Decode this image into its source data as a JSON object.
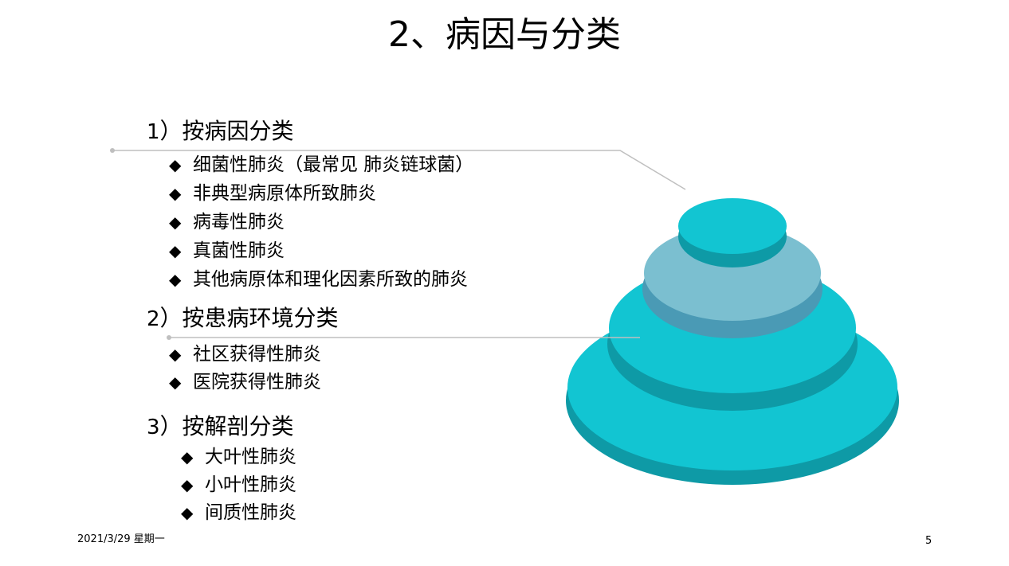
{
  "slide": {
    "title": "2、病因与分类",
    "sections": [
      {
        "number": "1",
        "label": "）按病因分类",
        "items": [
          "细菌性肺炎（最常见   肺炎链球菌）",
          "非典型病原体所致肺炎",
          "病毒性肺炎",
          "真菌性肺炎",
          "其他病原体和理化因素所致的肺炎"
        ]
      },
      {
        "number": "2",
        "label": "）按患病环境分类",
        "items": [
          "社区获得性肺炎",
          "医院获得性肺炎"
        ]
      },
      {
        "number": "3",
        "label": "）按解剖分类",
        "items": [
          "大叶性肺炎",
          "小叶性肺炎",
          "间质性肺炎"
        ]
      }
    ],
    "bullet": "◆",
    "footer": {
      "date": "2021/3/29 星期一",
      "page": "5"
    }
  },
  "colors": {
    "tier_teal": "#12c5d2",
    "tier_teal_side": "#0e9aa6",
    "tier_blue": "#7bbfd0",
    "tier_blue_side": "#4a9ab5",
    "connector": "#bfbfbf"
  },
  "icons": {
    "bullet": "diamond-bullet-icon"
  }
}
